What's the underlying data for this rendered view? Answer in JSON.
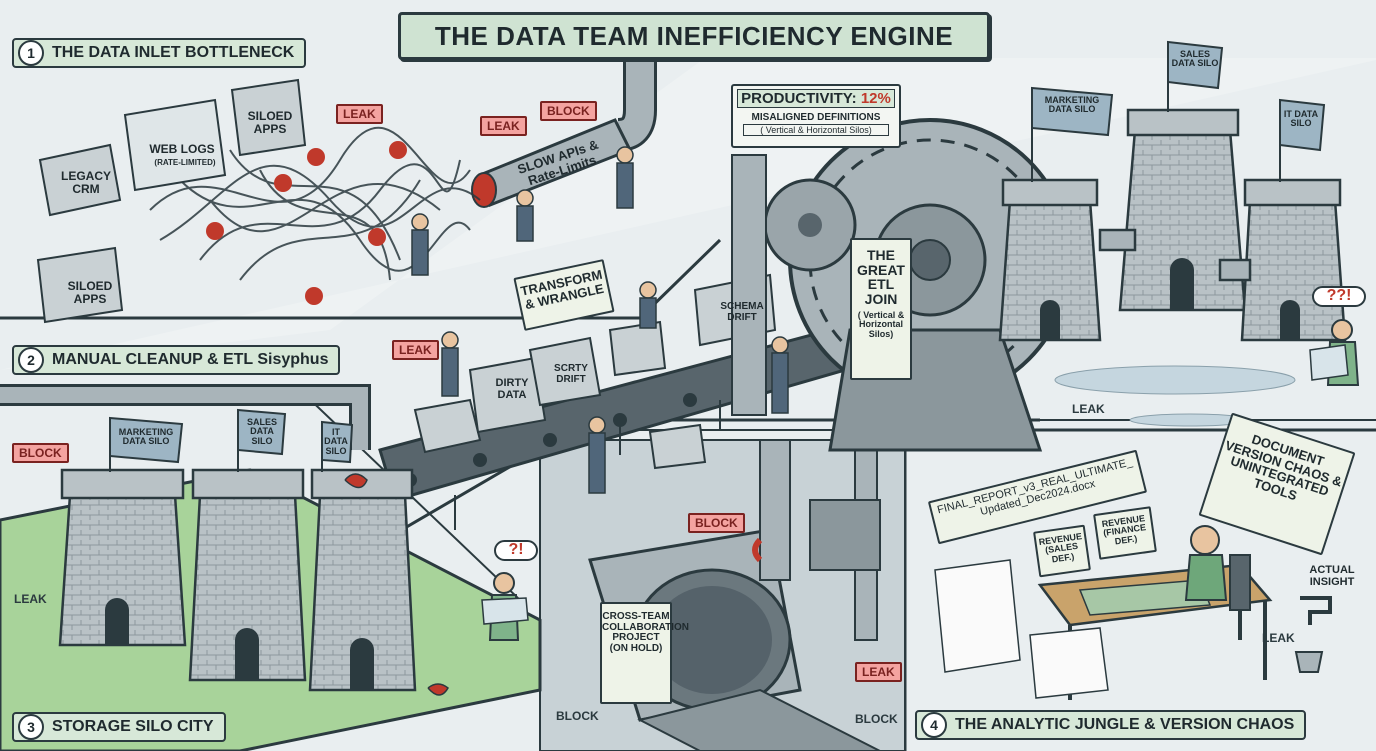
{
  "title": "THE DATA TEAM INEFFICIENCY ENGINE",
  "sections": [
    {
      "num": "1",
      "label": "THE DATA INLET BOTTLENECK"
    },
    {
      "num": "2",
      "label": "MANUAL CLEANUP & ETL Sisyphus"
    },
    {
      "num": "3",
      "label": "STORAGE SILO CITY"
    },
    {
      "num": "4",
      "label": "THE ANALYTIC JUNGLE & VERSION CHAOS"
    }
  ],
  "sources": {
    "legacy_crm": "LEGACY CRM",
    "web_logs": "WEB LOGS",
    "web_logs_sub": "(RATE-LIMITED)",
    "siloed_apps_1": "SILOED APPS",
    "siloed_apps_2": "SILOED APPS"
  },
  "pipe_label": "SLOW APIs & Rate-Limits",
  "tags": {
    "leak": "LEAK",
    "block": "BLOCK"
  },
  "productivity": {
    "label": "PRODUCTIVITY:",
    "value": "12%",
    "misaligned": "MISALIGNED DEFINITIONS",
    "misaligned_sub": "( Vertical & Horizontal Silos)"
  },
  "etl_join": {
    "title": "THE GREAT ETL JOIN",
    "sub": "( Vertical & Horizontal Silos)"
  },
  "transform": "TRANSFORM & WRANGLE",
  "blocks": {
    "dirty": "DIRTY DATA",
    "scrty": "SCRTY DRIFT",
    "schema": "SCHEMA DRIFT"
  },
  "silos_top": {
    "marketing": "MARKETING DATA SILO",
    "sales": "SALES DATA SILO",
    "it": "IT DATA SILO"
  },
  "silos_bottom": {
    "marketing": "MARKETING DATA SILO",
    "sales": "SALES DATA SILO",
    "it": "IT DATA SILO"
  },
  "collab_sign": "CROSS-TEAM COLLABORATION PROJECT (ON HOLD)",
  "file_name": "FINAL_REPORT_v3_REAL_ULTIMATE_ Updated_Dec2024.docx",
  "revenue_sales": "REVENUE (SALES DEF.)",
  "revenue_finance": "REVENUE (FINANCE DEF.)",
  "doc_chaos": "DOCUMENT VERSION CHAOS & UNINTEGRATED TOOLS",
  "actual_insight": "ACTUAL INSIGHT",
  "confused": "??!",
  "confused_2": "?!",
  "colors": {
    "background": "#e9eef0",
    "banner": "#cfe3d2",
    "tag": "#f4a3a0",
    "stone": "#b9c2c6",
    "pipe": "#a9b4b9",
    "grass": "#a8d39a",
    "outline": "#2b3a3f",
    "worker": "#50667a"
  }
}
